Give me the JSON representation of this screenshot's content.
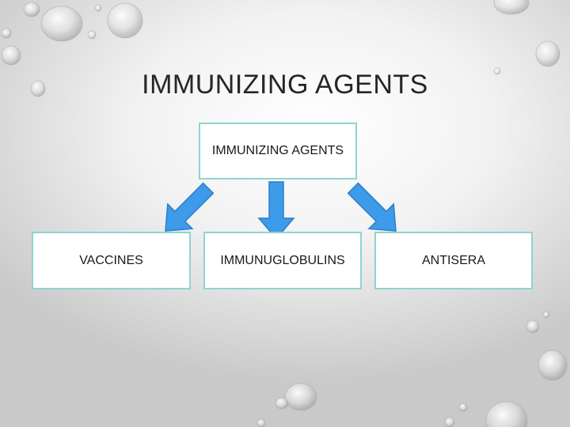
{
  "slide": {
    "title": "IMMUNIZING AGENTS"
  },
  "diagram": {
    "root": {
      "label": "IMMUNIZING AGENTS"
    },
    "children": [
      {
        "label": "VACCINES"
      },
      {
        "label": "IMMUNUGLOBULINS"
      },
      {
        "label": "ANTISERA"
      }
    ],
    "colors": {
      "arrow_fill": "#3d9be9",
      "arrow_stroke": "#2b7fc9",
      "box_border": "#8fd3d0",
      "box_fill": "#ffffff"
    }
  }
}
